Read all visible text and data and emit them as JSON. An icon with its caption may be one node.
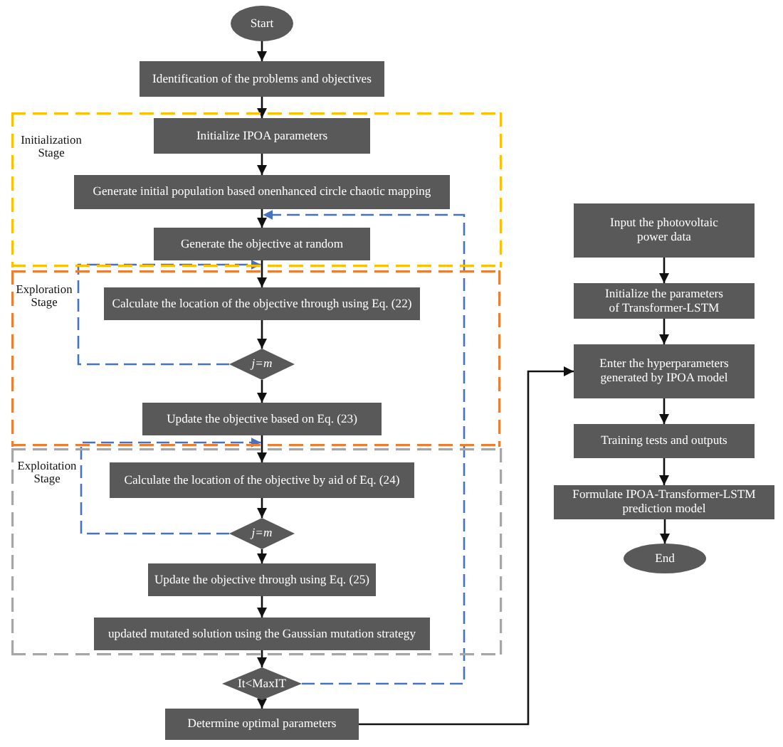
{
  "diagram": {
    "nodes": [
      {
        "text": [
          "Start"
        ]
      },
      {
        "text": [
          "Identification of the problems and objectives"
        ]
      },
      {
        "text": [
          "Initialization Stage"
        ]
      },
      {
        "text": [
          "Initialize IPOA parameters"
        ],
        "in": 2
      },
      {
        "text": [
          "Generate initial population based onenhanced circle chaotic mapping"
        ],
        "in": 2
      },
      {
        "text": [
          "Generate the objective at random"
        ],
        "in": 2
      },
      {
        "text": [
          "Exploration Stage"
        ]
      },
      {
        "text": [
          "Calculate the location of the objective through using Eq. (22)"
        ],
        "in": 6
      },
      {
        "text": [
          "j=m"
        ],
        "in": 6
      },
      {
        "text": [
          "Update the objective based on Eq. (23)"
        ],
        "in": 6
      },
      {
        "text": [
          "Exploitation Stage"
        ]
      },
      {
        "text": [
          "Calculate the location of the objective by aid of Eq. (24)"
        ],
        "in": 10
      },
      {
        "text": [
          "j=m"
        ],
        "in": 10
      },
      {
        "text": [
          "Update the objective through using Eq. (25)"
        ],
        "in": 10
      },
      {
        "text": [
          "updated mutated solution using the Gaussian mutation strategy"
        ],
        "in": 10
      },
      {
        "text": [
          "It<MaxIT"
        ]
      },
      {
        "text": [
          "Determine optimal parameters"
        ]
      },
      {
        "text": [
          "Input the photovoltaic power data"
        ]
      },
      {
        "text": [
          "Initialize the parameters of Transformer-LSTM"
        ]
      },
      {
        "text": [
          "Enter the hyperparameters generated by IPOA model"
        ]
      },
      {
        "text": [
          "Training tests and outputs"
        ]
      },
      {
        "text": [
          "Formulate IPOA-Transformer-LSTM prediction model"
        ]
      },
      {
        "text": [
          "End"
        ]
      }
    ],
    "edges": [
      {
        "from": 0,
        "to": 1,
        "arrow": "to"
      },
      {
        "from": 1,
        "to": 3,
        "arrow": "to"
      },
      {
        "from": 3,
        "to": 4,
        "arrow": "to"
      },
      {
        "from": 4,
        "to": 5,
        "arrow": "to"
      },
      {
        "from": 5,
        "to": 7,
        "arrow": "to"
      },
      {
        "from": 7,
        "to": 8,
        "arrow": "to"
      },
      {
        "from": 8,
        "to": 9,
        "arrow": "to"
      },
      {
        "from": 8,
        "to": 7,
        "arrow": "to",
        "style": "dashed",
        "color": "#4472c4"
      },
      {
        "from": 9,
        "to": 11,
        "arrow": "to"
      },
      {
        "from": 11,
        "to": 12,
        "arrow": "to"
      },
      {
        "from": 12,
        "to": 13,
        "arrow": "to"
      },
      {
        "from": 12,
        "to": 11,
        "arrow": "to",
        "style": "dashed",
        "color": "#4472c4"
      },
      {
        "from": 13,
        "to": 14,
        "arrow": "to"
      },
      {
        "from": 14,
        "to": 15,
        "arrow": "to"
      },
      {
        "from": 15,
        "to": 16,
        "arrow": "to"
      },
      {
        "from": 15,
        "to": 5,
        "arrow": "to",
        "style": "dashed",
        "color": "#4472c4"
      },
      {
        "from": 16,
        "to": 19,
        "arrow": "to"
      },
      {
        "from": 17,
        "to": 18,
        "arrow": "to"
      },
      {
        "from": 18,
        "to": 19,
        "arrow": "to"
      },
      {
        "from": 19,
        "to": 20,
        "arrow": "to"
      },
      {
        "from": 20,
        "to": 21,
        "arrow": "to"
      },
      {
        "from": 21,
        "to": 22,
        "arrow": "to"
      }
    ]
  }
}
